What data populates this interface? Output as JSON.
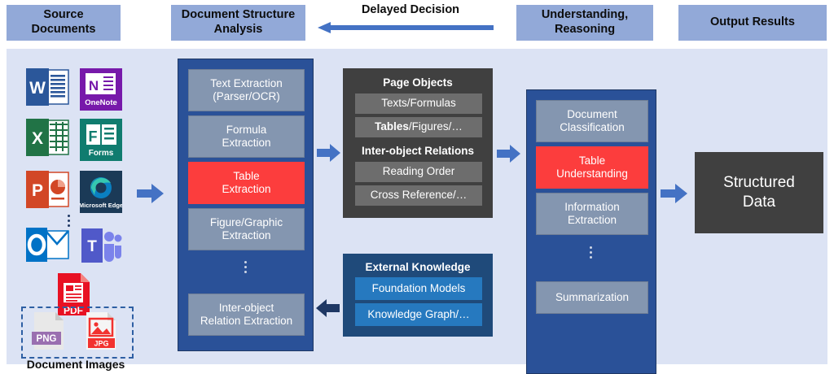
{
  "headers": [
    {
      "id": "source-documents",
      "label": "Source\nDocuments"
    },
    {
      "id": "document-structure-analysis",
      "label": "Document Structure\nAnalysis"
    },
    {
      "id": "understanding-reasoning",
      "label": "Understanding,\nReasoning"
    },
    {
      "id": "output-results",
      "label": "Output Results"
    }
  ],
  "delayed_decision": {
    "label": "Delayed Decision",
    "arrow_direction": "left",
    "arrow_color": "#4472c4"
  },
  "source_documents": {
    "icons": [
      {
        "name": "word-icon",
        "label": "W",
        "color": "#2b579a"
      },
      {
        "name": "onenote-icon",
        "label": "OneNote",
        "color": "#7719aa"
      },
      {
        "name": "excel-icon",
        "label": "X",
        "color": "#217346"
      },
      {
        "name": "forms-icon",
        "label": "Forms",
        "color": "#107c6f"
      },
      {
        "name": "powerpoint-icon",
        "label": "P",
        "color": "#d24726"
      },
      {
        "name": "edge-icon",
        "label": "Microsoft Edge",
        "color": "#1b3a57"
      },
      {
        "name": "outlook-icon",
        "label": "O",
        "color": "#0072c6"
      },
      {
        "name": "teams-icon",
        "label": "T",
        "color": "#5059c9"
      },
      {
        "name": "pdf-icon",
        "label": "PDF",
        "color": "#e81123"
      },
      {
        "name": "png-icon",
        "label": "PNG",
        "color": "#9a6fb0"
      },
      {
        "name": "jpg-icon",
        "label": "JPG",
        "color": "#f2322f"
      }
    ],
    "image_group_label": "Document Images",
    "ellipsis": "⋮"
  },
  "dsa_panel": {
    "items": [
      {
        "name": "text-extraction",
        "label": "Text Extraction\n(Parser/OCR)",
        "style": "grey"
      },
      {
        "name": "formula-extraction",
        "label": "Formula\nExtraction",
        "style": "grey"
      },
      {
        "name": "table-extraction",
        "label": "Table\nExtraction",
        "style": "red"
      },
      {
        "name": "figure-graphic-extraction",
        "label": "Figure/Graphic\nExtraction",
        "style": "grey"
      },
      {
        "name": "inter-object-relation-extraction",
        "label": "Inter-object\nRelation Extraction",
        "style": "grey"
      }
    ],
    "ellipsis": "⋮"
  },
  "page_objects_panel": {
    "title": "Page Objects",
    "items": [
      {
        "name": "texts-formulas",
        "label": "Texts/Formulas",
        "bold_prefix": ""
      },
      {
        "name": "tables-figures",
        "label": "Tables/Figures/…",
        "bold_prefix": "Tables"
      }
    ],
    "relations_title": "Inter-object  Relations",
    "relations": [
      {
        "name": "reading-order",
        "label": "Reading Order"
      },
      {
        "name": "cross-reference",
        "label": "Cross Reference/…"
      }
    ]
  },
  "external_knowledge_panel": {
    "title": "External Knowledge",
    "items": [
      {
        "name": "foundation-models",
        "label": "Foundation Models"
      },
      {
        "name": "knowledge-graph",
        "label": "Knowledge Graph/…"
      }
    ]
  },
  "understanding_panel": {
    "items": [
      {
        "name": "document-classification",
        "label": "Document\nClassification",
        "style": "grey"
      },
      {
        "name": "table-understanding",
        "label": "Table\nUnderstanding",
        "style": "red"
      },
      {
        "name": "information-extraction",
        "label": "Information\nExtraction",
        "style": "grey"
      },
      {
        "name": "summarization",
        "label": "Summarization",
        "style": "grey"
      }
    ],
    "ellipsis": "⋮"
  },
  "output": {
    "label": "Structured\nData"
  },
  "arrows": [
    {
      "name": "arrow-source-to-dsa",
      "direction": "right",
      "color": "#4472c4"
    },
    {
      "name": "arrow-dsa-to-page-objects",
      "direction": "right",
      "color": "#4472c4"
    },
    {
      "name": "arrow-page-objects-to-understanding",
      "direction": "right",
      "color": "#4472c4"
    },
    {
      "name": "arrow-external-knowledge-to-dsa",
      "direction": "left",
      "color": "#1f3864"
    },
    {
      "name": "arrow-understanding-to-output",
      "direction": "right",
      "color": "#4472c4"
    }
  ],
  "colors": {
    "canvas_bg": "#dce3f4",
    "header_bg": "#92a9d8",
    "panel_blue": "#2a5198",
    "chip_grey": "#8496b0",
    "chip_red": "#fc3d3d",
    "panel_dark": "#404040",
    "panel_navy": "#1f4a7a",
    "chip_blue": "#2679bf"
  }
}
